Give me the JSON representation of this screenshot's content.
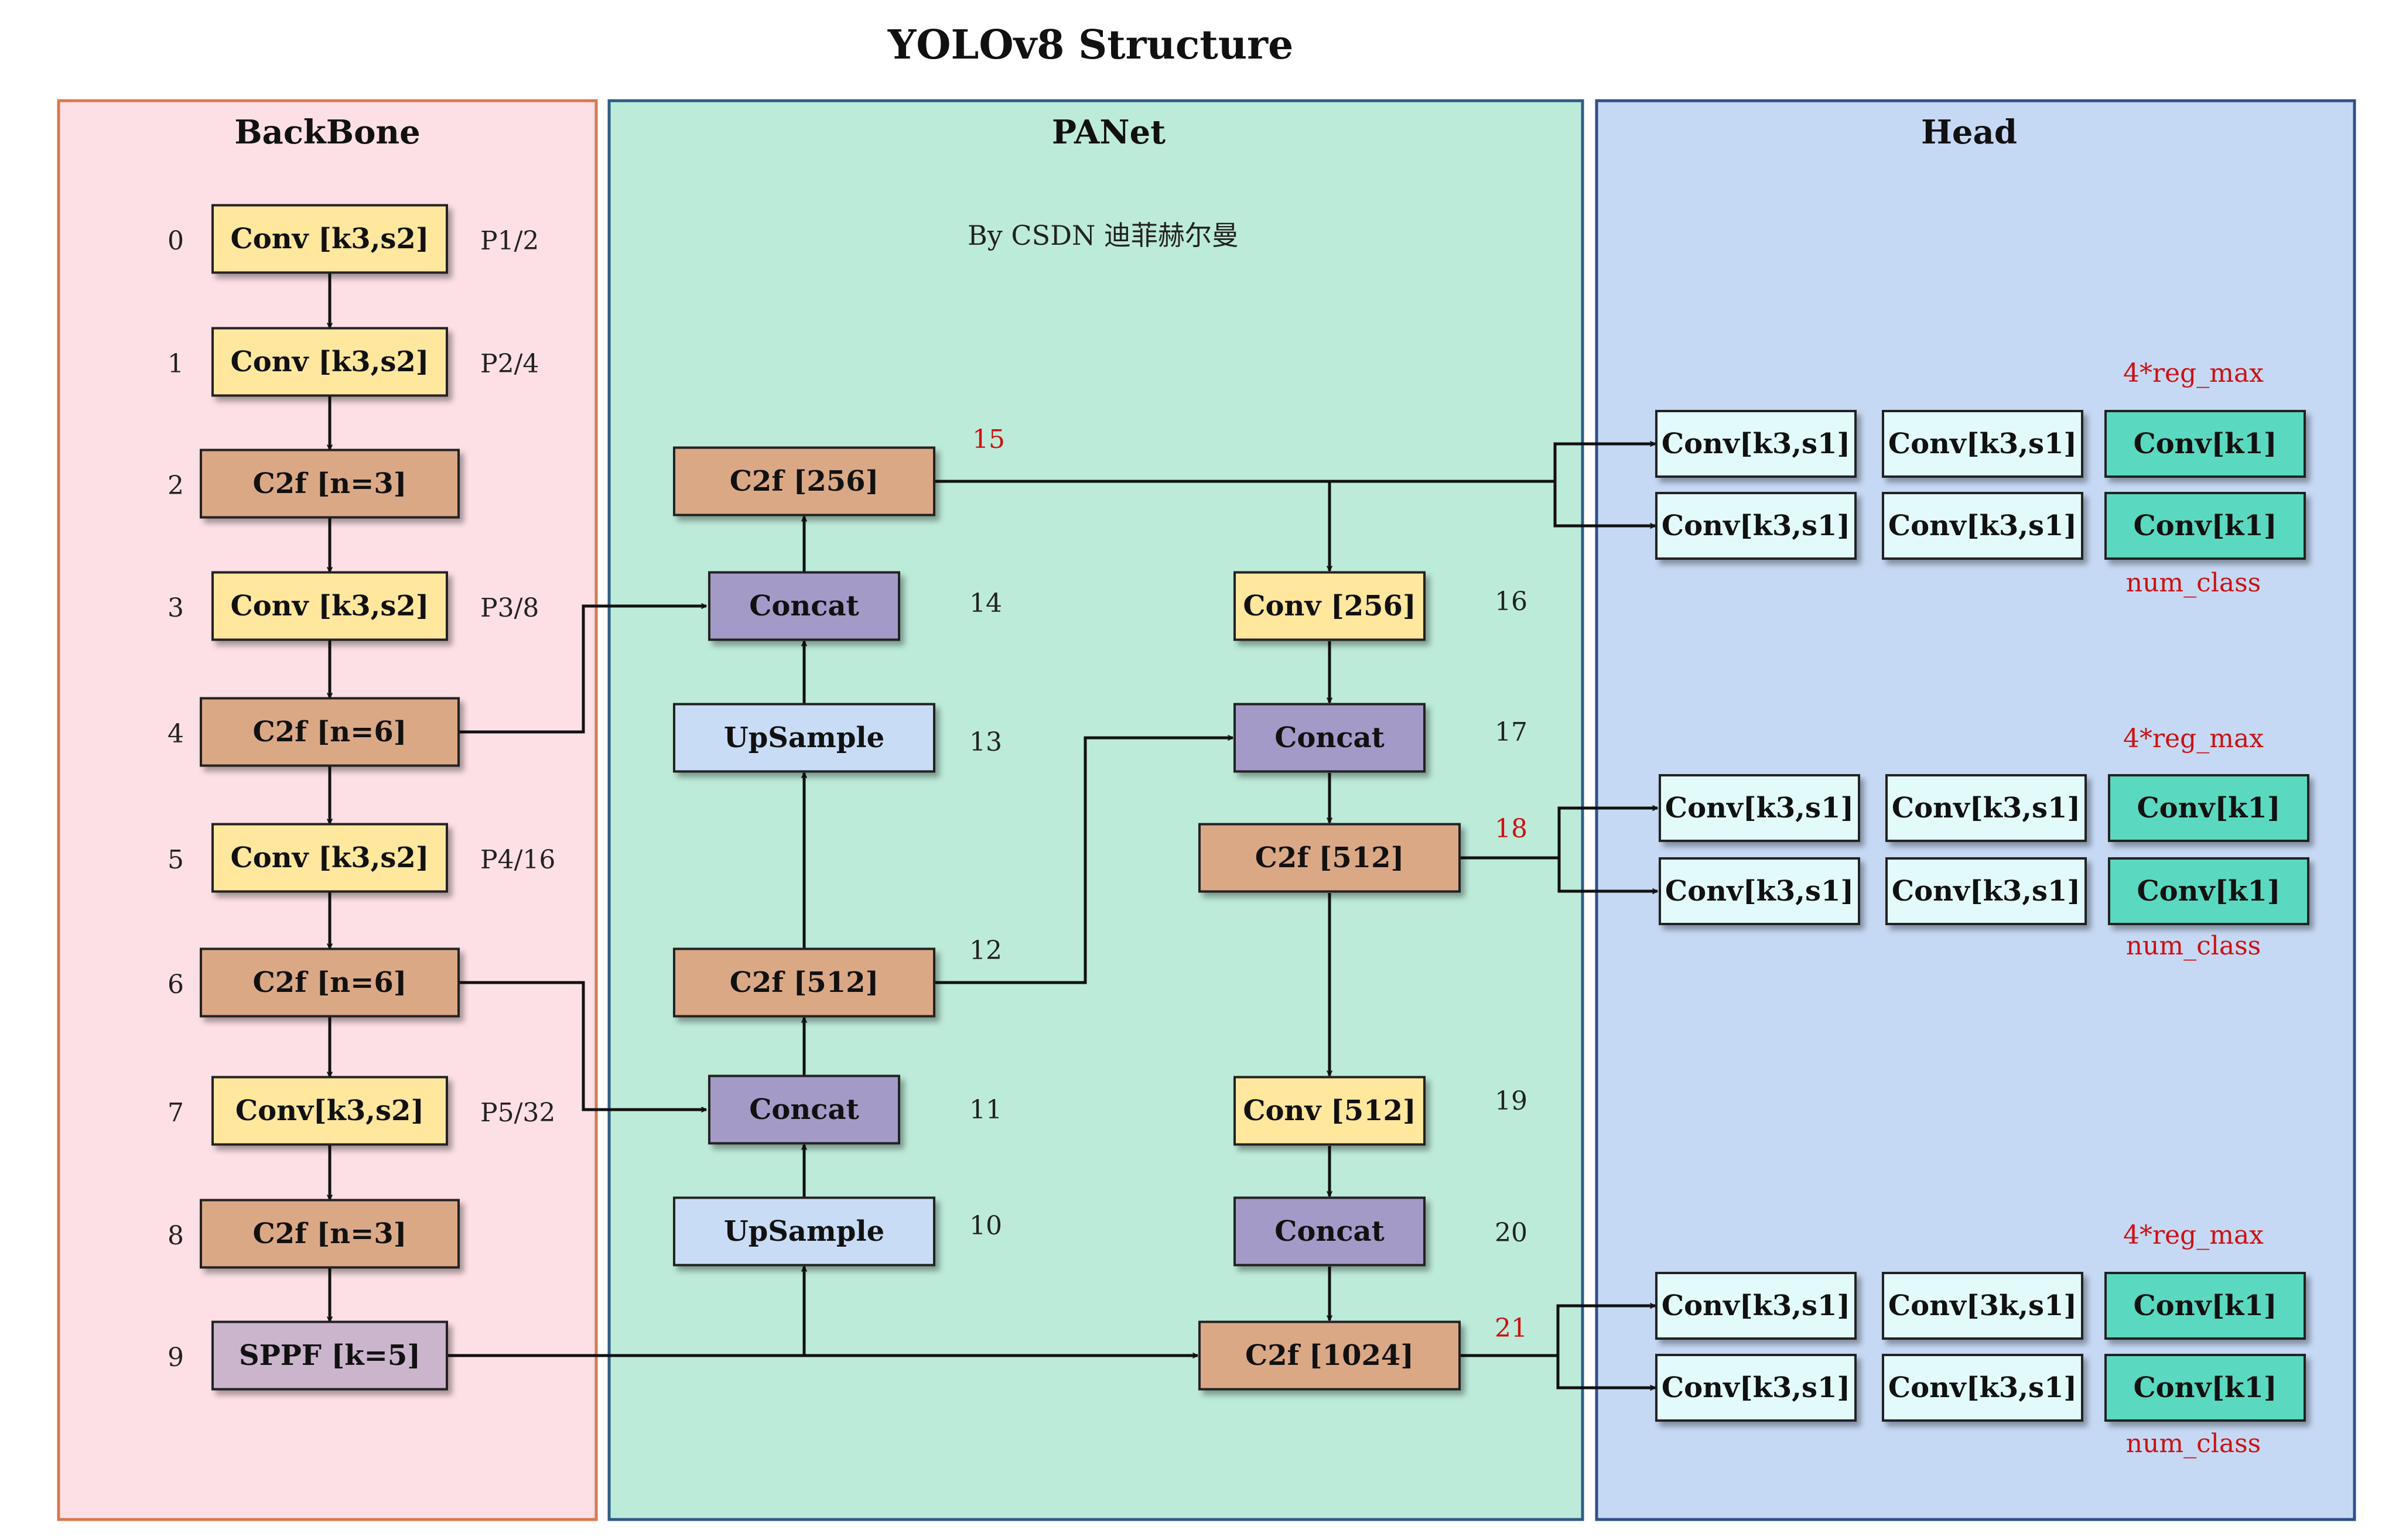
{
  "title": "YOLOv8 Structure",
  "credit": "By CSDN 迪菲赫尔曼",
  "colors": {
    "conv": "#ffe79e",
    "c2f": "#dba886",
    "concat": "#a49ac8",
    "upsample": "#c9dcf5",
    "sppf": "#cab5cc",
    "head_light": "#e2fbfa",
    "head_dark": "#5ad9c0",
    "backbone_bg": "#fde0e6",
    "backbone_border": "#d8784e",
    "panet_bg": "#bdebd9",
    "panet_border": "#2f5d84",
    "head_bg": "#c6d9f4",
    "head_border": "#2f4f86",
    "red_text": "#cc1111"
  },
  "sections": {
    "backbone": "BackBone",
    "panet": "PANet",
    "head": "Head"
  },
  "backbone": {
    "layers": [
      {
        "index": "0",
        "label": "Conv [k3,s2]",
        "type": "conv",
        "side": "P1/2"
      },
      {
        "index": "1",
        "label": "Conv [k3,s2]",
        "type": "conv",
        "side": "P2/4"
      },
      {
        "index": "2",
        "label": "C2f [n=3]",
        "type": "c2f",
        "side": ""
      },
      {
        "index": "3",
        "label": "Conv [k3,s2]",
        "type": "conv",
        "side": "P3/8"
      },
      {
        "index": "4",
        "label": "C2f [n=6]",
        "type": "c2f",
        "side": ""
      },
      {
        "index": "5",
        "label": "Conv [k3,s2]",
        "type": "conv",
        "side": "P4/16"
      },
      {
        "index": "6",
        "label": "C2f [n=6]",
        "type": "c2f",
        "side": ""
      },
      {
        "index": "7",
        "label": "Conv[k3,s2]",
        "type": "conv",
        "side": "P5/32"
      },
      {
        "index": "8",
        "label": "C2f [n=3]",
        "type": "c2f",
        "side": ""
      },
      {
        "index": "9",
        "label": "SPPF [k=5]",
        "type": "sppf",
        "side": ""
      }
    ]
  },
  "panet": {
    "layers": [
      {
        "index": "10",
        "label": "UpSample",
        "type": "upsample"
      },
      {
        "index": "11",
        "label": "Concat",
        "type": "concat"
      },
      {
        "index": "12",
        "label": "C2f [512]",
        "type": "c2f"
      },
      {
        "index": "13",
        "label": "UpSample",
        "type": "upsample"
      },
      {
        "index": "14",
        "label": "Concat",
        "type": "concat"
      },
      {
        "index": "15",
        "label": "C2f [256]",
        "type": "c2f"
      },
      {
        "index": "16",
        "label": "Conv [256]",
        "type": "conv"
      },
      {
        "index": "17",
        "label": "Concat",
        "type": "concat"
      },
      {
        "index": "18",
        "label": "C2f [512]",
        "type": "c2f"
      },
      {
        "index": "19",
        "label": "Conv [512]",
        "type": "conv"
      },
      {
        "index": "20",
        "label": "Concat",
        "type": "concat"
      },
      {
        "index": "21",
        "label": "C2f [1024]",
        "type": "c2f"
      }
    ]
  },
  "head": {
    "groups": [
      {
        "top_label": "4*reg_max",
        "bottom_label": "num_class",
        "rows": [
          [
            "Conv[k3,s1]",
            "Conv[k3,s1]",
            "Conv[k1]"
          ],
          [
            "Conv[k3,s1]",
            "Conv[k3,s1]",
            "Conv[k1]"
          ]
        ]
      },
      {
        "top_label": "4*reg_max",
        "bottom_label": "num_class",
        "rows": [
          [
            "Conv[k3,s1]",
            "Conv[k3,s1]",
            "Conv[k1]"
          ],
          [
            "Conv[k3,s1]",
            "Conv[k3,s1]",
            "Conv[k1]"
          ]
        ]
      },
      {
        "top_label": "4*reg_max",
        "bottom_label": "num_class",
        "rows": [
          [
            "Conv[k3,s1]",
            "Conv[3k,s1]",
            "Conv[k1]"
          ],
          [
            "Conv[k3,s1]",
            "Conv[k3,s1]",
            "Conv[k1]"
          ]
        ]
      }
    ]
  }
}
